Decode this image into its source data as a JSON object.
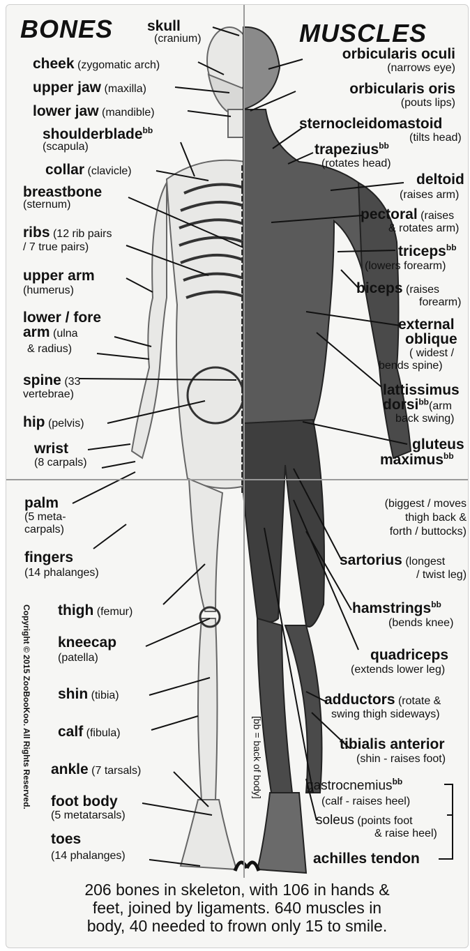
{
  "headers": {
    "bones": "BONES",
    "muscles": "MUSCLES"
  },
  "bones": [
    {
      "name": "skull",
      "detail": "(cranium)"
    },
    {
      "name": "cheek",
      "detail": "(zygomatic arch)"
    },
    {
      "name": "upper jaw",
      "detail": "(maxilla)"
    },
    {
      "name": "lower jaw",
      "detail": "(mandible)"
    },
    {
      "name": "shoulderblade",
      "sup": "bb",
      "detail": "(scapula)"
    },
    {
      "name": "collar",
      "detail": "(clavicle)"
    },
    {
      "name": "breastbone",
      "detail": "(sternum)"
    },
    {
      "name": "ribs",
      "detail": "(12 rib pairs",
      "detail2": "/ 7 true pairs)"
    },
    {
      "name": "upper arm",
      "detail": "(humerus)"
    },
    {
      "name": "lower / fore",
      "name2": "arm",
      "detail": "(ulna",
      "detail2": "& radius)"
    },
    {
      "name": "spine",
      "detail": "(33",
      "detail2": "vertebrae)"
    },
    {
      "name": "hip",
      "detail": "(pelvis)"
    },
    {
      "name": "wrist",
      "detail": "(8 carpals)"
    },
    {
      "name": "palm",
      "detail": "(5 meta-",
      "detail2": "carpals)"
    },
    {
      "name": "fingers",
      "detail": "(14 phalanges)"
    },
    {
      "name": "thigh",
      "detail": "(femur)"
    },
    {
      "name": "kneecap",
      "detail": "(patella)"
    },
    {
      "name": "shin",
      "detail": "(tibia)"
    },
    {
      "name": "calf",
      "detail": "(fibula)"
    },
    {
      "name": "ankle",
      "detail": "(7 tarsals)"
    },
    {
      "name": "foot body",
      "detail": "(5 metatarsals)"
    },
    {
      "name": "toes",
      "detail": "(14 phalanges)"
    }
  ],
  "muscles": [
    {
      "name": "orbicularis oculi",
      "detail": "(narrows eye)"
    },
    {
      "name": "orbicularis oris",
      "detail": "(pouts lips)"
    },
    {
      "name": "sternocleidomastoid",
      "detail": "(tilts head)"
    },
    {
      "name": "trapezius",
      "sup": "bb",
      "detail": "(rotates head)"
    },
    {
      "name": "deltoid",
      "detail": "(raises arm)"
    },
    {
      "name": "pectoral",
      "detail": "(raises",
      "detail2": "& rotates arm)"
    },
    {
      "name": "triceps",
      "sup": "bb",
      "detail": "(lowers forearm)"
    },
    {
      "name": "biceps",
      "detail": "(raises",
      "detail2": "forearm)"
    },
    {
      "name": "external",
      "name2": "oblique",
      "detail": "( widest /",
      "detail2": "bends spine)"
    },
    {
      "name": "lattissimus",
      "name2": "dorsi",
      "sup": "bb",
      "detail": "(arm",
      "detail2": "back swing)"
    },
    {
      "name": "gluteus",
      "name2": "maximus",
      "sup": "bb",
      "detail": "(biggest / moves",
      "detail2": "thigh back &",
      "detail3": "forth / buttocks)"
    },
    {
      "name": "sartorius",
      "detail": "(longest",
      "detail2": "/ twist leg)"
    },
    {
      "name": "hamstrings",
      "sup": "bb",
      "detail": "(bends knee)"
    },
    {
      "name": "quadriceps",
      "detail": "(extends lower leg)"
    },
    {
      "name": "adductors",
      "detail": "(rotate &",
      "detail2": "swing thigh sideways)"
    },
    {
      "name": "tibialis anterior",
      "detail": "(shin - raises foot)"
    },
    {
      "name": "gastrocnemius",
      "sup": "bb",
      "detail": "(calf - raises heel)"
    },
    {
      "name": "soleus",
      "detail": "(points foot",
      "detail2": "& raise heel)"
    },
    {
      "name": "achilles tendon"
    }
  ],
  "bb_note": "[bb = back of body]",
  "copyright": "Copyright © 2015 ZooBooKoo. All Rights Reserved.",
  "footer": [
    "206 bones in skeleton, with 106 in hands &",
    "feet, joined by ligaments.  640 muscles in",
    "body, 40 needed to frown only 15 to smile."
  ]
}
